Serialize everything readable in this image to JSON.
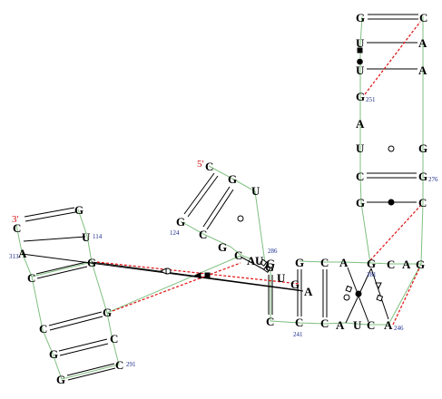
{
  "colors": {
    "backbone": "#7fbf7f",
    "basepair": "#000000",
    "tertiary": "#e01010",
    "nucleotide": "#000000",
    "number": "#1a2a8c",
    "end_label": "#d01010"
  },
  "end_labels": {
    "five_prime": "5'",
    "three_prime": "3'"
  },
  "nucleotides": [
    {
      "id": "g_top",
      "letter": "G"
    },
    {
      "id": "c_top",
      "letter": "C"
    },
    {
      "id": "u_a",
      "letter": "U"
    },
    {
      "id": "a_r1",
      "letter": "A"
    },
    {
      "id": "u_b",
      "letter": "U"
    },
    {
      "id": "a_r2",
      "letter": "A"
    },
    {
      "id": "g_251",
      "letter": "G",
      "number": "251"
    },
    {
      "id": "a_l",
      "letter": "A"
    },
    {
      "id": "u_l",
      "letter": "U"
    },
    {
      "id": "g_r3",
      "letter": "G"
    },
    {
      "id": "c_l",
      "letter": "C"
    },
    {
      "id": "g_276",
      "letter": "G",
      "number": "276"
    },
    {
      "id": "g_l2",
      "letter": "G"
    },
    {
      "id": "c_r",
      "letter": "C"
    },
    {
      "id": "c_5p",
      "letter": "C"
    },
    {
      "id": "g_h1",
      "letter": "G"
    },
    {
      "id": "u_h1",
      "letter": "U"
    },
    {
      "id": "g_124",
      "letter": "G",
      "number": "124"
    },
    {
      "id": "c_h1",
      "letter": "C"
    },
    {
      "id": "g_h2",
      "letter": "G"
    },
    {
      "id": "c_h2",
      "letter": "C"
    },
    {
      "id": "a_h",
      "letter": "A"
    },
    {
      "id": "u_286",
      "letter": "U",
      "number": "286"
    },
    {
      "id": "g_m",
      "letter": "G"
    },
    {
      "id": "u_m",
      "letter": "U"
    },
    {
      "id": "g_m2",
      "letter": "G"
    },
    {
      "id": "a_m",
      "letter": "A"
    },
    {
      "id": "g_s1",
      "letter": "G"
    },
    {
      "id": "g_s2",
      "letter": "G"
    },
    {
      "id": "c_s1",
      "letter": "C"
    },
    {
      "id": "a_s1",
      "letter": "A"
    },
    {
      "id": "g_281",
      "letter": "G",
      "number": "281"
    },
    {
      "id": "c_s2",
      "letter": "C"
    },
    {
      "id": "a_s2",
      "letter": "A"
    },
    {
      "id": "g_s3",
      "letter": "G"
    },
    {
      "id": "c_b1",
      "letter": "C"
    },
    {
      "id": "c_241",
      "letter": "C",
      "number": "241"
    },
    {
      "id": "c_b2",
      "letter": "C"
    },
    {
      "id": "a_b",
      "letter": "A"
    },
    {
      "id": "u_b2",
      "letter": "U"
    },
    {
      "id": "c_b3",
      "letter": "C"
    },
    {
      "id": "a_246",
      "letter": "A",
      "number": "246"
    },
    {
      "id": "c_3p",
      "letter": "C"
    },
    {
      "id": "g_l1",
      "letter": "G"
    },
    {
      "id": "u_114",
      "letter": "U",
      "number": "114"
    },
    {
      "id": "a_313",
      "letter": "A",
      "number": "313"
    },
    {
      "id": "g_l3",
      "letter": "G"
    },
    {
      "id": "c_l2",
      "letter": "C"
    },
    {
      "id": "g_l4",
      "letter": "G"
    },
    {
      "id": "c_l3",
      "letter": "C"
    },
    {
      "id": "c_l4",
      "letter": "C"
    },
    {
      "id": "g_l5",
      "letter": "G"
    },
    {
      "id": "g_l6",
      "letter": "G"
    },
    {
      "id": "c_291",
      "letter": "C",
      "number": "291"
    }
  ]
}
